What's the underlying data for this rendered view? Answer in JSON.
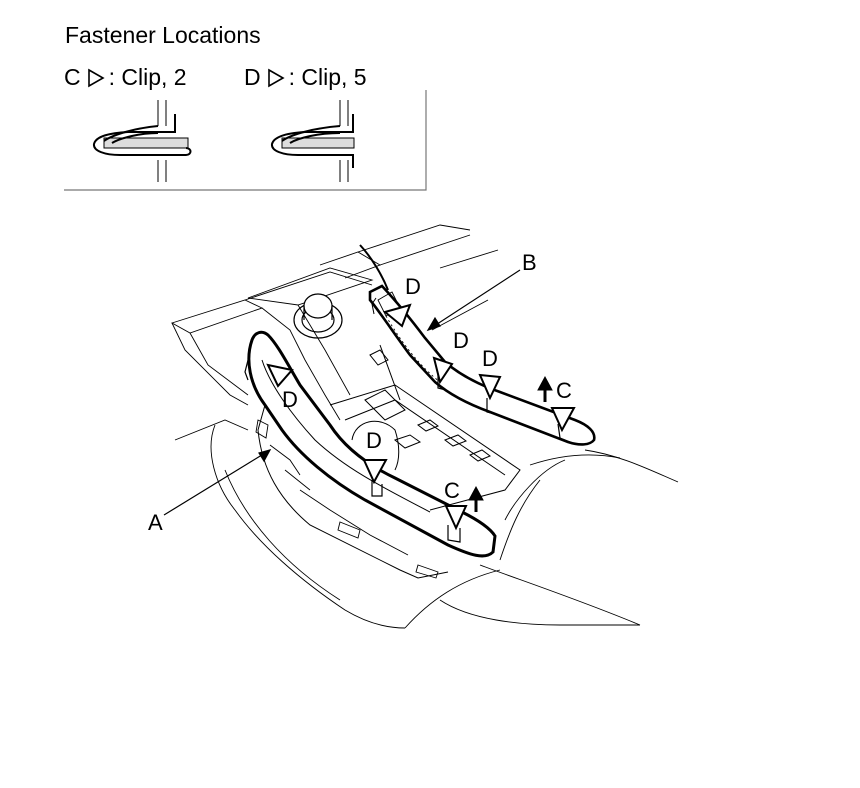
{
  "legend": {
    "title": "Fastener Locations",
    "clip_c": {
      "letter": "C",
      "text": ": Clip, 2"
    },
    "clip_d": {
      "letter": "D",
      "text": ": Clip, 5"
    }
  },
  "labels": {
    "part_a": "A",
    "part_b": "B",
    "clip_c": "C",
    "clip_d": "D"
  },
  "colors": {
    "line": "#000000",
    "background": "#ffffff"
  }
}
